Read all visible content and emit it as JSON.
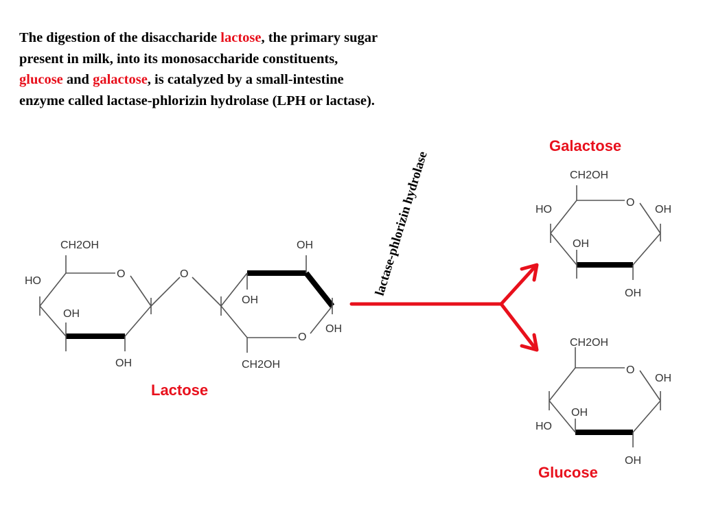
{
  "caption": {
    "part1": "The digestion of the disaccharide ",
    "lactose": "lactose",
    "part2": ", the primary sugar present in milk, into its monosaccharide constituents, ",
    "glucose": "glucose",
    "part3": " and ",
    "galactose": "galactose",
    "part4": ", is catalyzed by a small-intestine enzyme called lactase-phlorizin hydrolase (LPH or lactase)."
  },
  "enzyme_label": "lactase-phlorizin hydrolase",
  "lactose": {
    "name": "Lactose",
    "left_ring": {
      "ch2oh": "CH2OH",
      "ring_o": "O",
      "ho": "HO",
      "oh_inner": "OH",
      "oh_bottom": "OH"
    },
    "bridge_o": "O",
    "right_ring": {
      "oh_top": "OH",
      "oh_inner": "OH",
      "ring_o": "O",
      "oh_right": "OH",
      "ch2oh": "CH2OH"
    }
  },
  "galactose": {
    "name": "Galactose",
    "ch2oh": "CH2OH",
    "ring_o": "O",
    "ho": "HO",
    "oh_right": "OH",
    "oh_inner": "OH",
    "oh_bottom": "OH"
  },
  "glucose": {
    "name": "Glucose",
    "ch2oh": "CH2OH",
    "ring_o": "O",
    "oh_right": "OH",
    "oh_inner": "OH",
    "ho": "HO",
    "oh_bottom": "OH"
  },
  "colors": {
    "highlight": "#e8101c",
    "text": "#000000",
    "structure": "#333333"
  }
}
